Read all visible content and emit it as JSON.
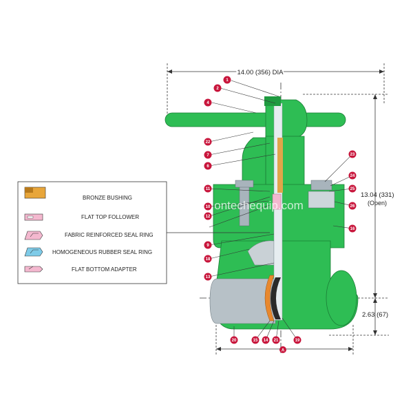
{
  "watermark": "ontechequip.com",
  "dimensions": {
    "overall_width": "14.00 (356) DIA",
    "height": "13.04 (331)",
    "height_note": "(Open)",
    "center_height": "2.63 (67)"
  },
  "section_marker": "A",
  "legend": [
    {
      "label": "BRONZE BUSHING",
      "icon": "bronze-bushing-icon"
    },
    {
      "label": "FLAT TOP FOLLOWER",
      "icon": "flat-top-follower-icon"
    },
    {
      "label": "FABRIC REINFORCED SEAL RING",
      "icon": "fabric-seal-ring-icon"
    },
    {
      "label": "HOMOGENEOUS RUBBER SEAL RING",
      "icon": "rubber-seal-ring-icon"
    },
    {
      "label": "FLAT BOTTOM ADAPTER",
      "icon": "flat-bottom-adapter-icon"
    }
  ],
  "callouts": [
    "1",
    "2",
    "4",
    "22",
    "7",
    "6",
    "11",
    "10",
    "12",
    "9",
    "18",
    "13",
    "20",
    "15",
    "14",
    "21",
    "19",
    "23",
    "24",
    "25",
    "26",
    "16"
  ],
  "colors": {
    "body_green": "#2ebd54",
    "dark_green": "#1f9a40",
    "callout_red": "#c8163c",
    "bronze": "#e8a63a",
    "pink": "#f4b8cf",
    "blue": "#7ecbe8",
    "steel": "#a8b4bc"
  }
}
